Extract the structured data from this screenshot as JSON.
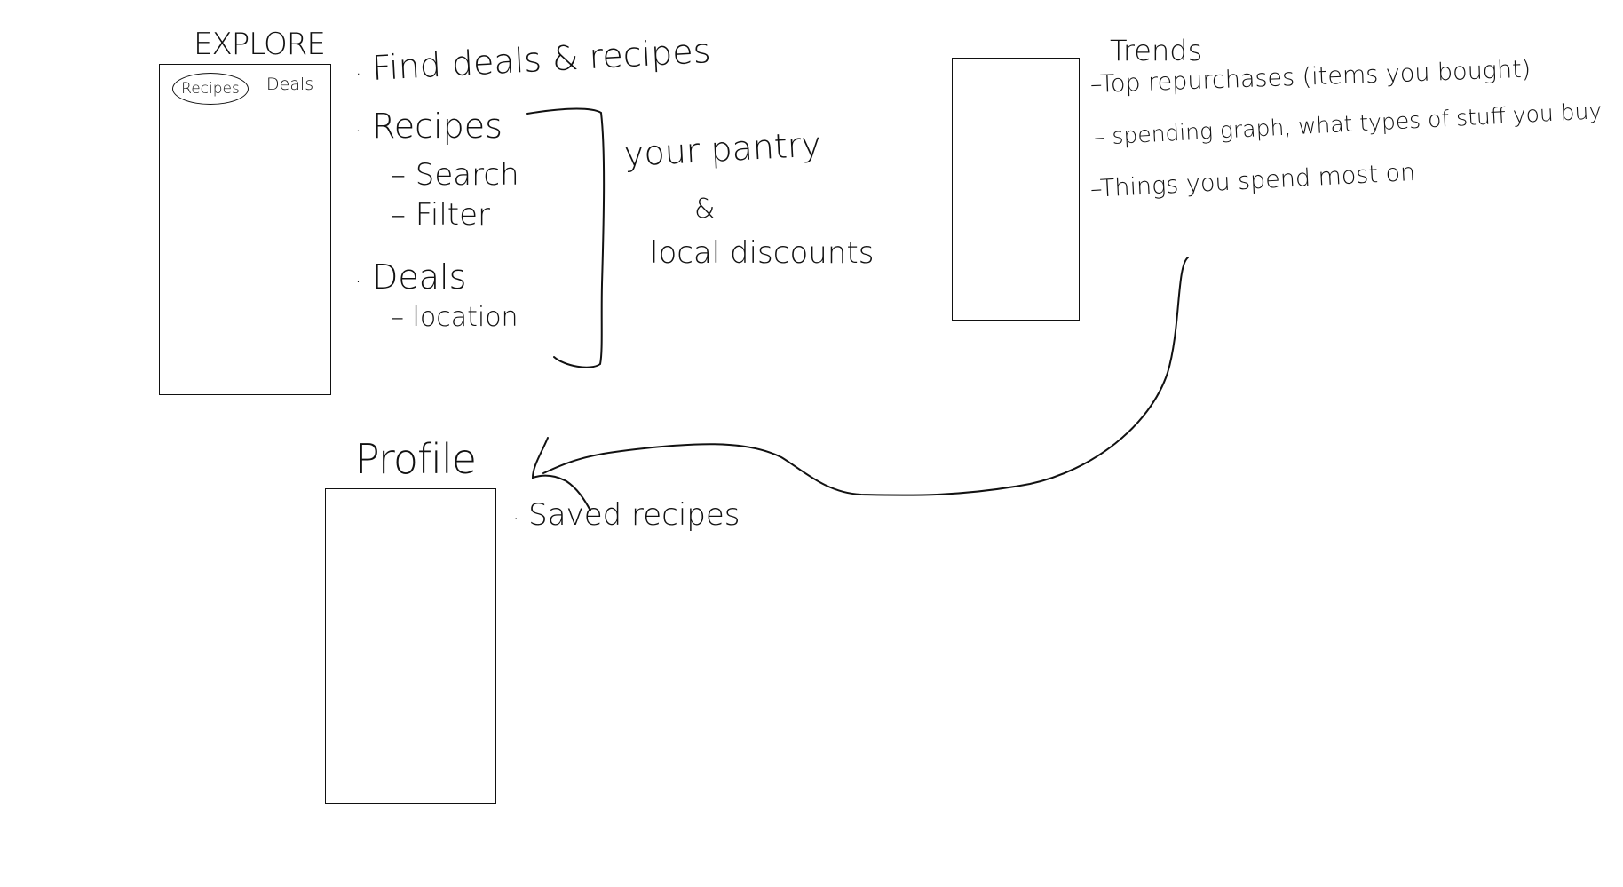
{
  "explore": {
    "title": "EXPLORE",
    "tabs": [
      "Recipes",
      "Deals"
    ],
    "notes": {
      "heading": "Find deals & recipes",
      "recipes": "Recipes",
      "recipes_search": "– Search",
      "recipes_filter": "– Filter",
      "deals": "Deals",
      "deals_location": "– location"
    },
    "bracket_note": {
      "line1": "your pantry",
      "line2": "&",
      "line3": "local discounts"
    }
  },
  "trends": {
    "title": "Trends",
    "items": [
      "–Top repurchases (items you bought)",
      "– spending graph, what types of stuff you buy",
      "–Things you spend most on"
    ]
  },
  "profile": {
    "title": "Profile",
    "items": [
      "Saved recipes"
    ]
  }
}
